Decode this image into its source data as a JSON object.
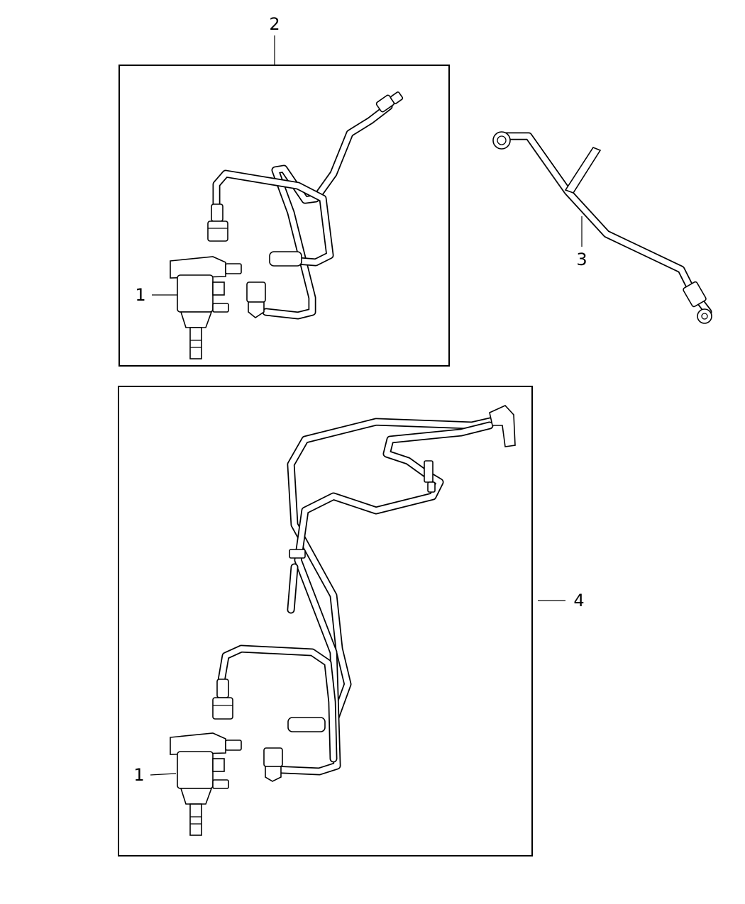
{
  "diagram": {
    "callouts": {
      "c1_top": "1",
      "c2": "2",
      "c3": "3",
      "c4": "4",
      "c1_bottom": "1"
    }
  }
}
